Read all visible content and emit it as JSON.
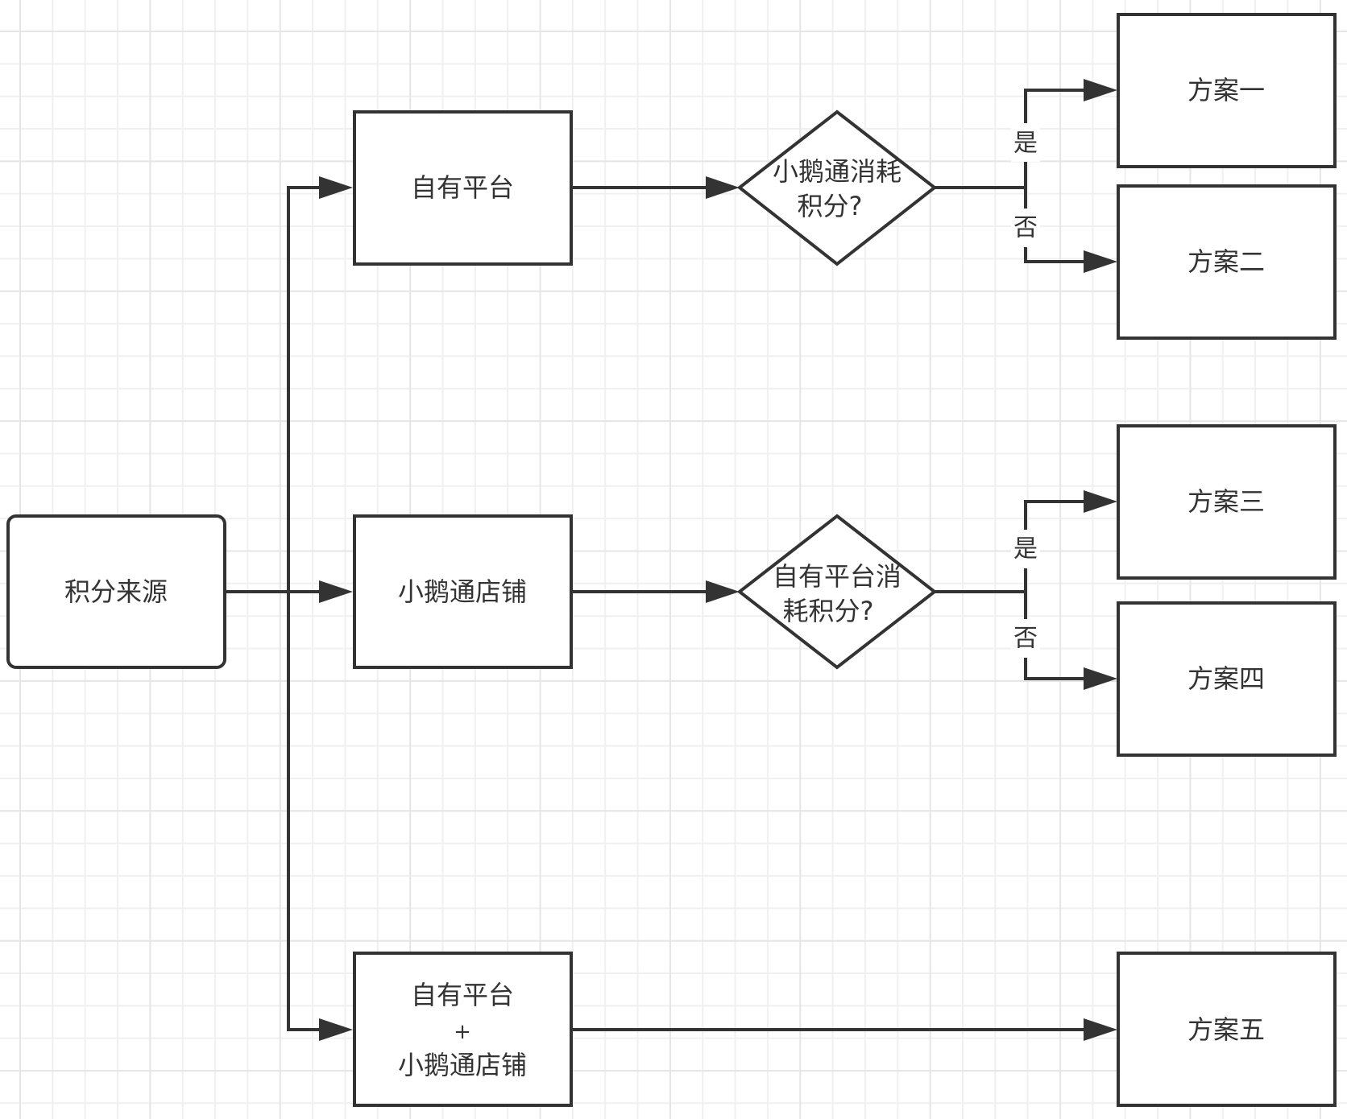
{
  "diagram": {
    "type": "flowchart",
    "colors": {
      "stroke": "#333333",
      "text": "#333333",
      "background": "#ffffff",
      "grid": "#eeeeee"
    },
    "nodes": {
      "source": {
        "label": "积分来源",
        "shape": "rounded-rect"
      },
      "own_platform": {
        "label": "自有平台",
        "shape": "rect"
      },
      "xiaoetong_shop": {
        "label": "小鹅通店铺",
        "shape": "rect"
      },
      "combo": {
        "line1": "自有平台",
        "line2": "+",
        "line3": "小鹅通店铺",
        "shape": "rect"
      },
      "decision1": {
        "line1": "小鹅通消耗",
        "line2": "积分?",
        "shape": "diamond"
      },
      "decision2": {
        "line1": "自有平台消",
        "line2": "耗积分?",
        "shape": "diamond"
      },
      "plan1": {
        "label": "方案一",
        "shape": "rect"
      },
      "plan2": {
        "label": "方案二",
        "shape": "rect"
      },
      "plan3": {
        "label": "方案三",
        "shape": "rect"
      },
      "plan4": {
        "label": "方案四",
        "shape": "rect"
      },
      "plan5": {
        "label": "方案五",
        "shape": "rect"
      }
    },
    "edge_labels": {
      "yes1": "是",
      "no1": "否",
      "yes2": "是",
      "no2": "否"
    },
    "edges": [
      {
        "from": "source",
        "to": "own_platform"
      },
      {
        "from": "source",
        "to": "xiaoetong_shop"
      },
      {
        "from": "source",
        "to": "combo"
      },
      {
        "from": "own_platform",
        "to": "decision1"
      },
      {
        "from": "xiaoetong_shop",
        "to": "decision2"
      },
      {
        "from": "decision1",
        "to": "plan1",
        "label": "是"
      },
      {
        "from": "decision1",
        "to": "plan2",
        "label": "否"
      },
      {
        "from": "decision2",
        "to": "plan3",
        "label": "是"
      },
      {
        "from": "decision2",
        "to": "plan4",
        "label": "否"
      },
      {
        "from": "combo",
        "to": "plan5"
      }
    ]
  }
}
